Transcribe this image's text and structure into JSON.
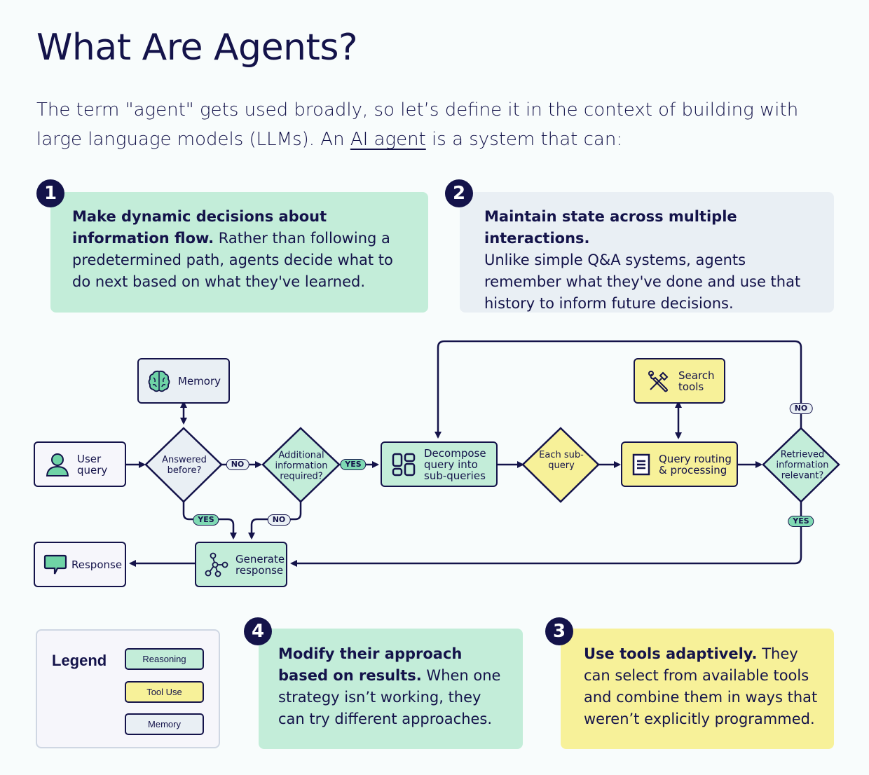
{
  "title": "What Are Agents?",
  "intro": {
    "before": "The term \"agent\" gets used broadly, so let’s define it in the context of building with large language models (LLMs). An ",
    "link": "AI agent",
    "after": " is a system that can:"
  },
  "cards": [
    {
      "number": "1",
      "bold": "Make dynamic decisions about information flow.",
      "text": " Rather than following a predetermined path, agents decide what to do next based on what they've learned.",
      "color": "#c3edd9"
    },
    {
      "number": "2",
      "bold": "Maintain state across multiple interactions.",
      "text": " Unlike simple Q&A systems, agents remember what they've done and use that history to inform future decisions.",
      "color": "#e9eff4"
    },
    {
      "number": "3",
      "bold": "Use tools adaptively.",
      "text": " They can select from available tools and combine them in ways that weren’t explicitly programmed.",
      "color": "#f7f199"
    },
    {
      "number": "4",
      "bold": "Modify their approach based on results.",
      "text": " When one strategy isn’t working, they can try different approaches.",
      "color": "#c3edd9"
    }
  ],
  "diagram": {
    "nodes": {
      "user_query": {
        "label": "User query",
        "icon": "user-icon",
        "type": "input"
      },
      "memory": {
        "label": "Memory",
        "icon": "brain-icon",
        "type": "memory"
      },
      "answered_before": {
        "label": "Answered before?",
        "type": "decision-memory"
      },
      "additional_info": {
        "label": "Additional information required?",
        "type": "decision-reasoning"
      },
      "decompose": {
        "label": "Decompose query into sub-queries",
        "icon": "layout-grid-icon",
        "type": "reasoning"
      },
      "each_subquery": {
        "label": "Each sub-query",
        "type": "decision-tool"
      },
      "search_tools": {
        "label": "Search tools",
        "icon": "tools-icon",
        "type": "tool"
      },
      "query_routing": {
        "label": "Query routing & processing",
        "icon": "document-icon",
        "type": "tool"
      },
      "retrieved_relevant": {
        "label": "Retrieved information relevant?",
        "type": "decision-reasoning"
      },
      "generate_response": {
        "label": "Generate response",
        "icon": "network-icon",
        "type": "reasoning"
      },
      "response": {
        "label": "Response",
        "icon": "chat-bubble-icon",
        "type": "output"
      }
    },
    "edge_labels": {
      "answered_no": "NO",
      "answered_yes": "YES",
      "additional_yes": "YES",
      "additional_no": "NO",
      "retrieved_no": "NO",
      "retrieved_yes": "YES"
    },
    "colors": {
      "reasoning": "#c3edd9",
      "tool": "#f7f199",
      "memory": "#e9eff4",
      "stroke": "#14134a",
      "yes_pill": "#7fd9b3"
    }
  },
  "legend": {
    "title": "Legend",
    "items": [
      {
        "label": "Reasoning",
        "color": "#c3edd9"
      },
      {
        "label": "Tool Use",
        "color": "#f7f199"
      },
      {
        "label": "Memory",
        "color": "#e9eff4"
      }
    ]
  }
}
